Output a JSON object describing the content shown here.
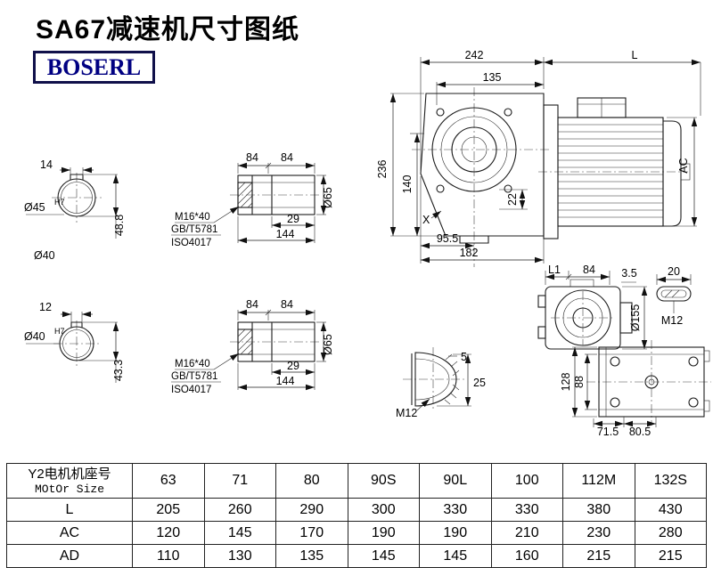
{
  "header": {
    "title": "SA67减速机尺寸图纸",
    "logo": "BOSERL"
  },
  "views": {
    "shaft_end_top": {
      "keyway_width": "14",
      "diameter": "Ø45",
      "tolerance": "H7",
      "keyway_height": "48.8"
    },
    "shaft_mid_label": "Ø40",
    "shaft_end_bottom": {
      "keyway_width": "12",
      "diameter": "Ø40",
      "tolerance": "H7",
      "keyway_height": "43.3"
    },
    "shaft_detail_top": {
      "dim_84a": "84",
      "dim_84b": "84",
      "dim_29": "29",
      "dim_144": "144",
      "diameter": "Ø65",
      "bolt": "M16*40",
      "standard1": "GB/T5781",
      "standard2": "ISO4017"
    },
    "shaft_detail_bottom": {
      "dim_84a": "84",
      "dim_84b": "84",
      "dim_29": "29",
      "dim_144": "144",
      "diameter": "Ø65",
      "bolt": "M16*40",
      "standard1": "GB/T5781",
      "standard2": "ISO4017"
    },
    "main_view": {
      "dim_242": "242",
      "dim_135": "135",
      "dim_L": "L",
      "dim_236": "236",
      "dim_140": "140",
      "dim_22": "22",
      "dim_95_5": "95.5",
      "dim_182": "182",
      "label_x": "X",
      "dim_AC": "AC"
    },
    "front_view": {
      "dim_L1": "L1",
      "dim_84": "84",
      "dim_3_5": "3.5",
      "dim_20": "20",
      "dim_155": "Ø155",
      "label_M12": "M12"
    },
    "keyway_detail": {
      "dim_5": "5",
      "dim_25": "25",
      "label_M12": "M12"
    },
    "bottom_view": {
      "dim_128": "128",
      "dim_88": "88",
      "dim_71_5": "71.5",
      "dim_80_5": "80.5"
    }
  },
  "table": {
    "motor_row": {
      "label_cn": "Y2电机机座号",
      "label_en": "MOtOr Size",
      "values": [
        "63",
        "71",
        "80",
        "90S",
        "90L",
        "100",
        "112M",
        "132S"
      ]
    },
    "rows": [
      {
        "label": "L",
        "values": [
          "205",
          "260",
          "290",
          "300",
          "330",
          "330",
          "380",
          "430"
        ]
      },
      {
        "label": "AC",
        "values": [
          "120",
          "145",
          "170",
          "190",
          "190",
          "210",
          "230",
          "280"
        ]
      },
      {
        "label": "AD",
        "values": [
          "110",
          "130",
          "135",
          "145",
          "145",
          "160",
          "215",
          "215"
        ]
      }
    ]
  }
}
